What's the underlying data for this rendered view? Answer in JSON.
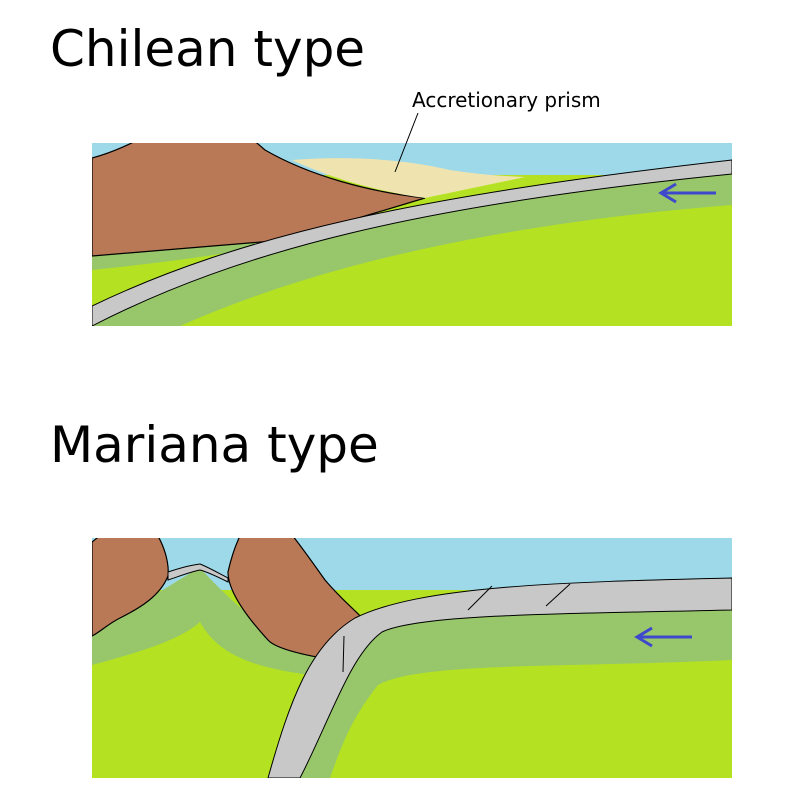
{
  "diagrams": [
    {
      "title": "Chilean type",
      "callouts": [
        {
          "text": "Accretionary prism"
        }
      ],
      "arrow_direction": "left"
    },
    {
      "title": "Mariana type",
      "arrow_direction": "left"
    }
  ],
  "colors": {
    "ocean": "#9dd9e9",
    "mantle": "#b4e222",
    "lithosphere": "#97c76a",
    "crust": "#c8c8c8",
    "continent": "#b97956",
    "prism": "#efe4b0",
    "arrow": "#3f48cc"
  }
}
